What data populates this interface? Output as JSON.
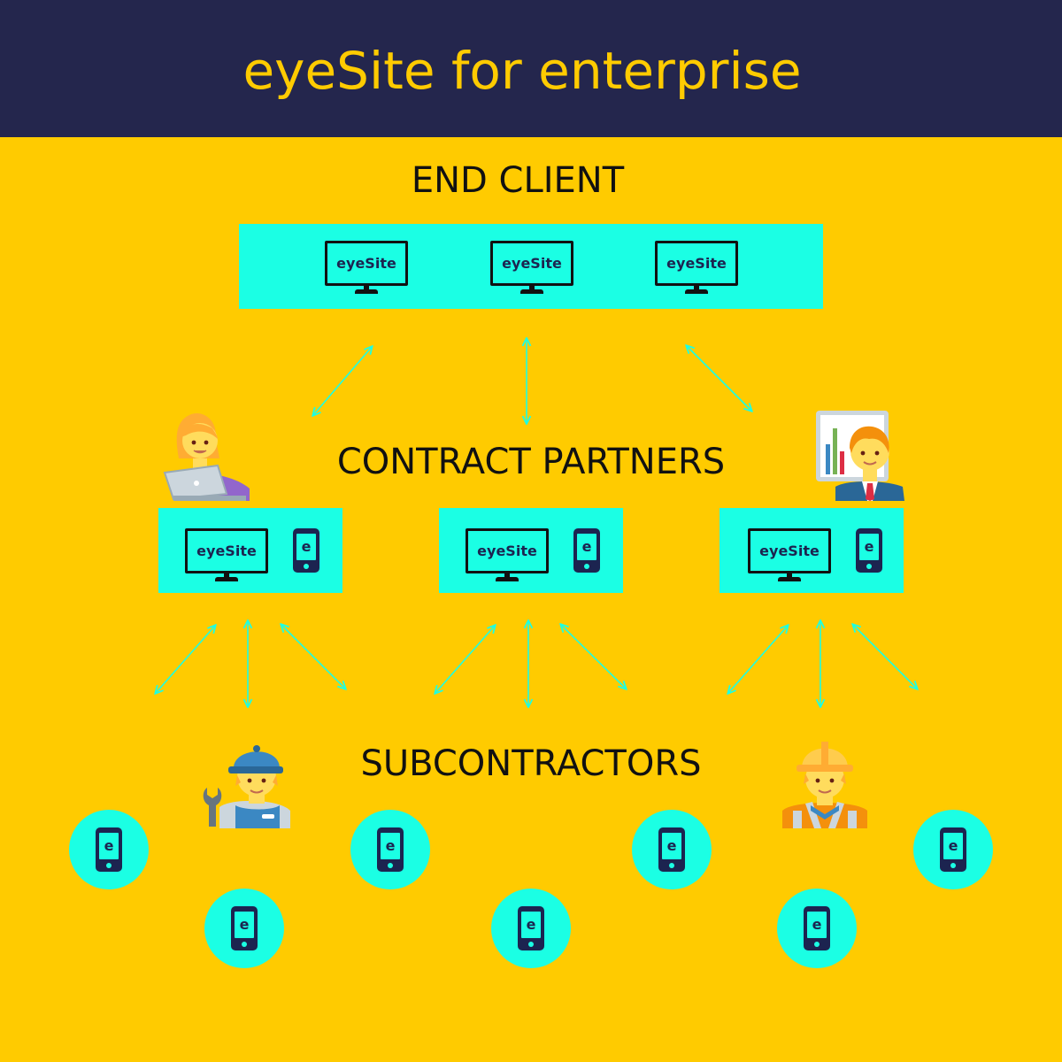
{
  "header": {
    "title": "eyeSite for enterprise"
  },
  "levels": {
    "end_client": "END CLIENT",
    "contract_partners": "CONTRACT PARTNERS",
    "subcontractors": "SUBCONTRACTORS"
  },
  "screen_label": "eyeSite",
  "phone_label": "e",
  "colors": {
    "header": "#24264D",
    "background": "#FFCB00",
    "accent": "#1BFFE4",
    "title": "#FFCB00",
    "device": "#1C2450"
  },
  "icons": [
    "monitor-icon",
    "phone-icon",
    "woman-laptop-icon",
    "man-presenter-icon",
    "mechanic-icon",
    "construction-worker-icon"
  ]
}
